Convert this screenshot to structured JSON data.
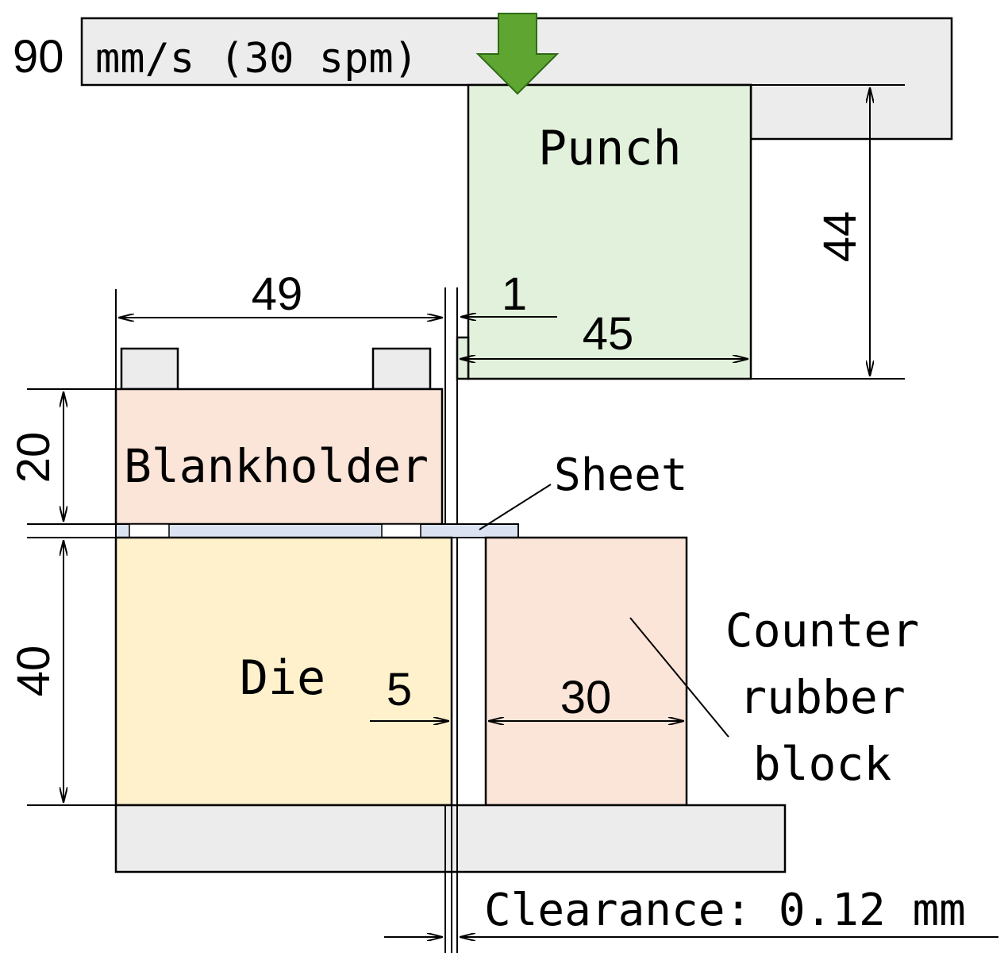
{
  "speed": {
    "value": "90",
    "unit": "mm/s (30 spm)"
  },
  "parts": {
    "punch": "Punch",
    "blankholder": "Blankholder",
    "die": "Die",
    "sheet": "Sheet",
    "counter_line1": "Counter",
    "counter_line2": "rubber",
    "counter_line3": "block"
  },
  "dims": {
    "punch_height": "44",
    "blankholder_width": "49",
    "gap": "1",
    "punch_width": "45",
    "blankholder_height": "20",
    "die_height": "40",
    "die_offset": "5",
    "counter_width": "30"
  },
  "clearance": "Clearance: 0.12 mm",
  "colors": {
    "frame": "#ececec",
    "punch": "#e2f1db",
    "blankholder": "#fbe4d8",
    "die": "#fef1cc",
    "counter": "#fbe4d8",
    "sheet": "#dbe3f3",
    "arrow": "#5ea631"
  }
}
